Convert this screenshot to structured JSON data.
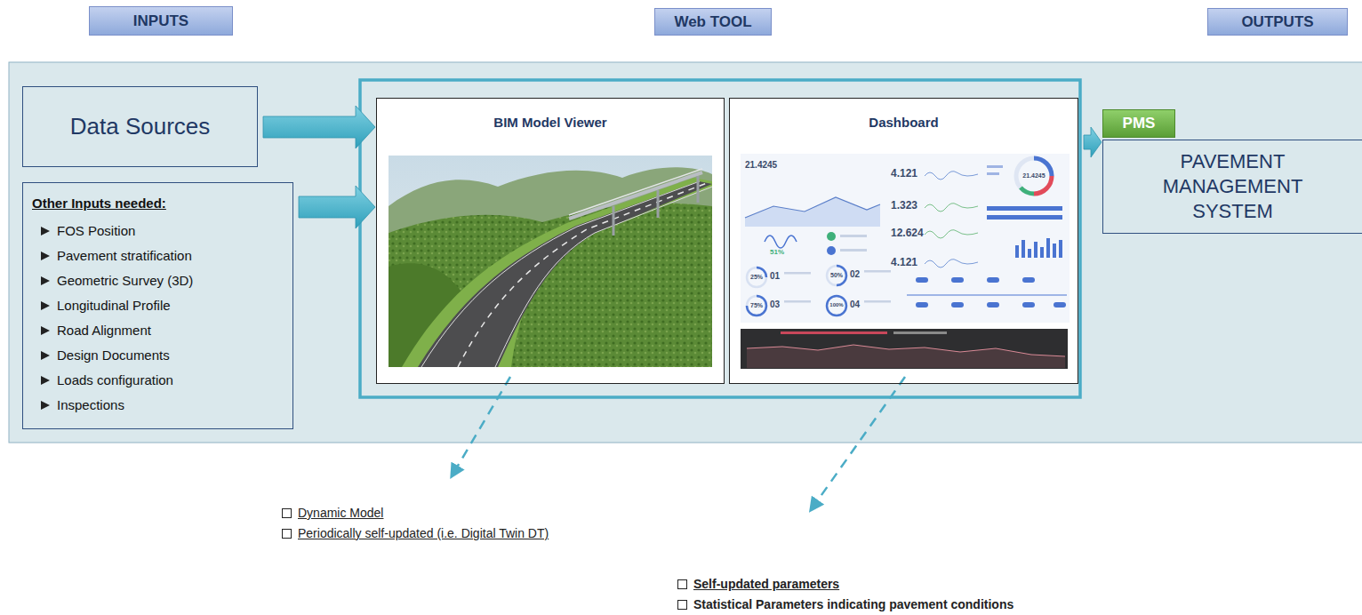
{
  "diagram": {
    "nodes": [
      {
        "text": [
          "INPUTS"
        ]
      },
      {
        "text": [
          "Web TOOL"
        ]
      },
      {
        "text": [
          "OUTPUTS"
        ]
      },
      {
        "text": [
          "Data Sources"
        ]
      },
      {
        "text": [
          "Other Inputs needed:",
          "FOS Position",
          "Pavement stratification",
          "Geometric Survey (3D)",
          "Longitudinal Profile",
          "Road Alignment",
          "Design Documents",
          "Loads configuration",
          "Inspections"
        ]
      },
      {
        "text": [
          "BIM Model Viewer"
        ]
      },
      {
        "text": [
          "Dashboard"
        ]
      },
      {
        "text": [
          "PMS"
        ]
      },
      {
        "text": [
          "PAVEMENT MANAGEMENT SYSTEM"
        ]
      }
    ],
    "edges": [
      {
        "from": 3,
        "to": 5,
        "arrow": "to"
      },
      {
        "from": 4,
        "to": 5,
        "arrow": "to"
      },
      {
        "from": 6,
        "to": 8,
        "arrow": "to"
      }
    ],
    "labels": [
      "Dynamic Model",
      "Periodically self-updated (i.e. Digital Twin DT)",
      "Self-updated parameters",
      "Statistical Parameters indicating pavement conditions",
      "21.4245",
      "4.121",
      "1.323",
      "12.624",
      "4.121",
      "21.4245",
      "51%",
      "25%",
      "01",
      "50%",
      "02",
      "75%",
      "03",
      "100%",
      "04"
    ]
  }
}
